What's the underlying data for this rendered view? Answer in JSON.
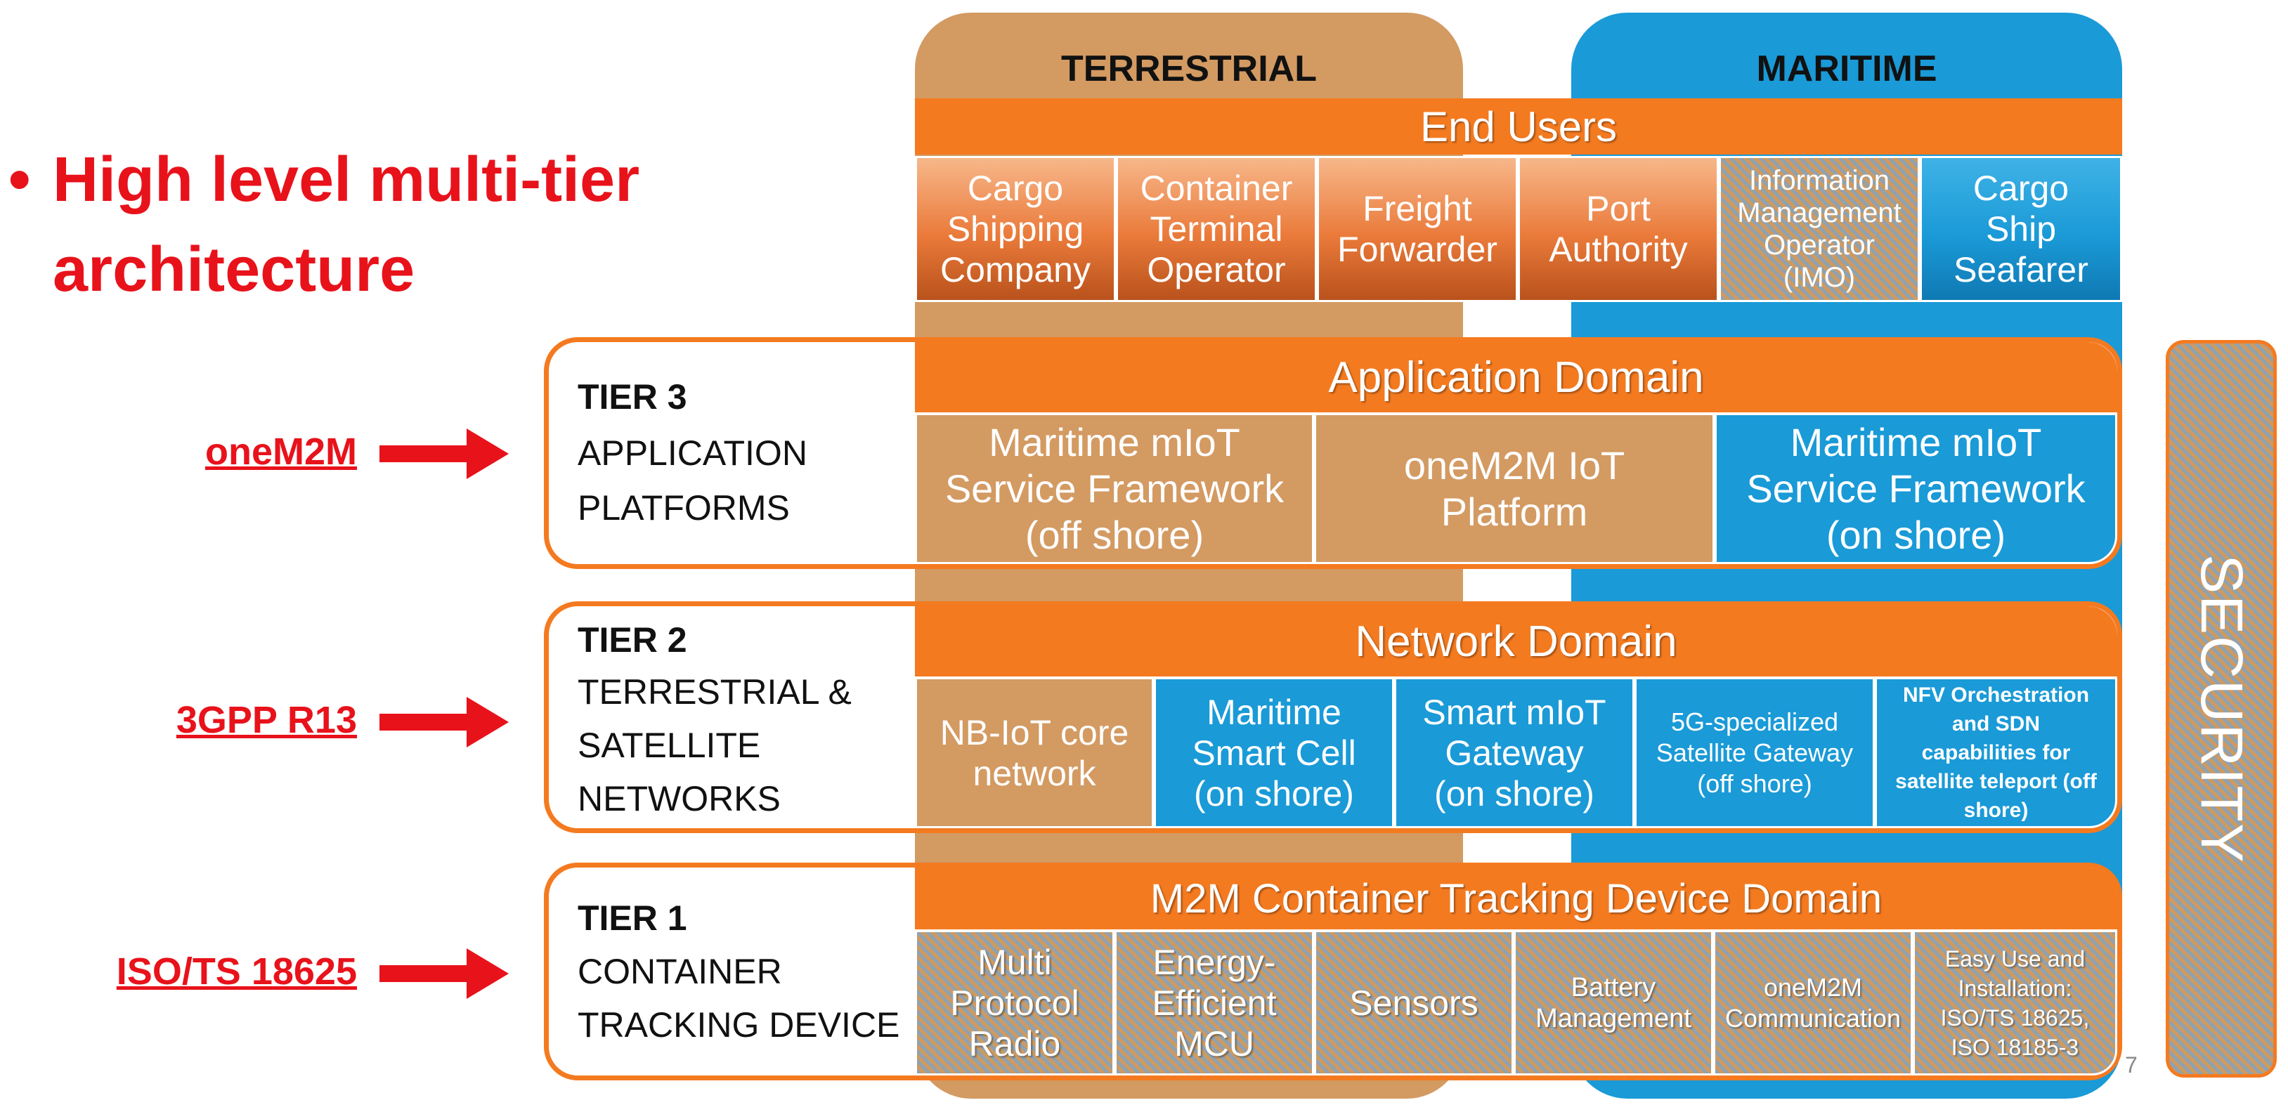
{
  "slide": {
    "bullet_char": "•",
    "title_line1": "High level multi-tier",
    "title_line2": "architecture",
    "page_number": "7"
  },
  "columns": {
    "terrestrial": "TERRESTRIAL",
    "maritime": "MARITIME"
  },
  "end_users": {
    "header": "End Users",
    "cells": [
      "Cargo Shipping Company",
      "Container Terminal Operator",
      "Freight Forwarder",
      "Port Authority",
      "Information Management Operator (IMO)",
      "Cargo Ship Seafarer"
    ]
  },
  "standards": {
    "tier3": "oneM2M",
    "tier2": "3GPP R13",
    "tier1": "ISO/TS 18625"
  },
  "tiers": {
    "tier3": {
      "name": "TIER 3",
      "line1": "APPLICATION",
      "line2": "PLATFORMS"
    },
    "tier2": {
      "name": "TIER 2",
      "line1": "TERRESTRIAL &",
      "line2": "SATELLITE",
      "line3": "NETWORKS"
    },
    "tier1": {
      "name": "TIER 1",
      "line1": "CONTAINER",
      "line2": "TRACKING DEVICE"
    }
  },
  "application_domain": {
    "header": "Application Domain",
    "cells": [
      "Maritime mIoT Service Framework (off shore)",
      "oneM2M IoT Platform",
      "Maritime mIoT Service Framework (on shore)"
    ]
  },
  "network_domain": {
    "header": "Network Domain",
    "cells": [
      "NB-IoT core network",
      "Maritime Smart Cell (on shore)",
      "Smart mIoT Gateway (on shore)",
      "5G-specialized Satellite Gateway (off shore)",
      "NFV Orchestration and SDN capabilities for satellite teleport (off shore)"
    ]
  },
  "device_domain": {
    "header": "M2M Container Tracking Device Domain",
    "cells": [
      "Multi Protocol Radio",
      "Energy-Efficient MCU",
      "Sensors",
      "Battery Management",
      "oneM2M Communication",
      "Easy Use and Installation: ISO/TS 18625, ISO 18185-3"
    ]
  },
  "security": {
    "label": "SECURITY"
  },
  "colors": {
    "orange": "#f47a20",
    "tan": "#d39a62",
    "blue": "#1a9ad7",
    "red": "#e8121b"
  }
}
